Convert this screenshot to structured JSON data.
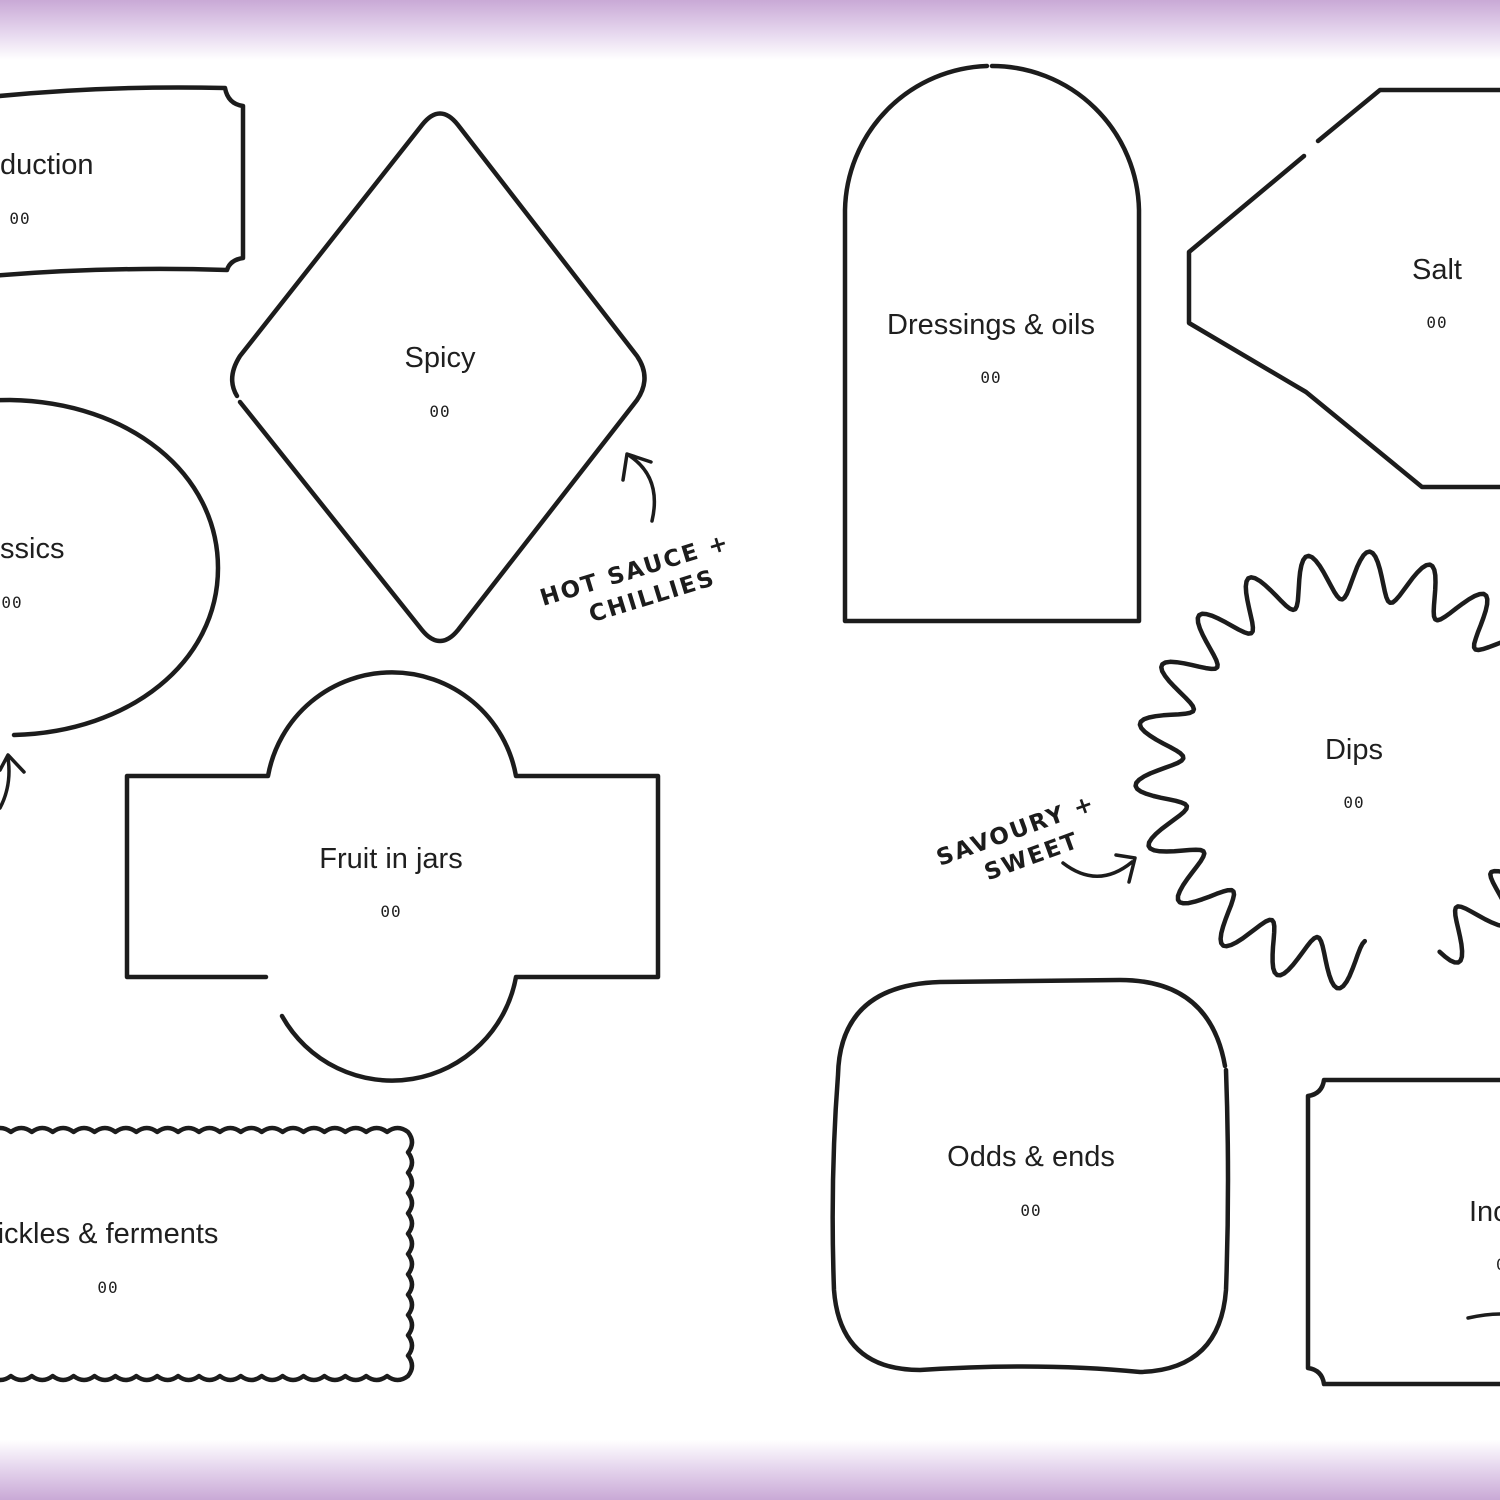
{
  "colors": {
    "band": "#c9a9d6",
    "ink": "#1c1c1c",
    "background": "#ffffff"
  },
  "sections": {
    "introduction": {
      "label": "duction",
      "page": "00"
    },
    "spicy": {
      "label": "Spicy",
      "page": "00"
    },
    "classics": {
      "label": "ssics",
      "page": "00"
    },
    "fruit_in_jars": {
      "label": "Fruit in jars",
      "page": "00"
    },
    "pickles": {
      "label": "ickles & ferments",
      "page": "00"
    },
    "dressings": {
      "label": "Dressings & oils",
      "page": "00"
    },
    "salt": {
      "label": "Salt",
      "page": "00"
    },
    "dips": {
      "label": "Dips",
      "page": "00"
    },
    "odds": {
      "label": "Odds & ends",
      "page": "00"
    },
    "index": {
      "label": "Inc",
      "page": "0"
    }
  },
  "notes": {
    "hot_sauce_1": "HOT SAUCE +",
    "hot_sauce_2": "CHILLIES",
    "savoury_1": "SAVOURY +",
    "savoury_2": "SWEET"
  }
}
